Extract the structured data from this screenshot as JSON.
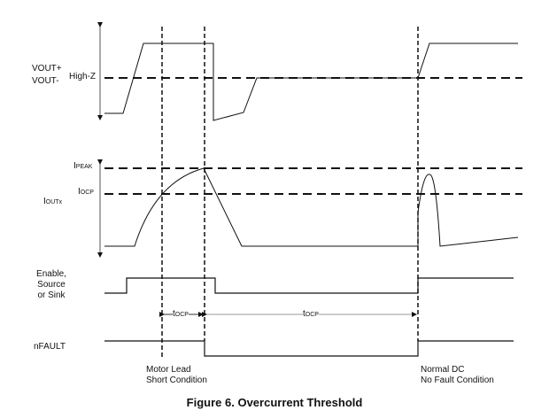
{
  "signals": {
    "vout_plus": "VOUT+",
    "vout_minus": "VOUT-",
    "high_z": "High-Z",
    "ipeak": {
      "main": "I",
      "sub": "PEAK"
    },
    "iocp": {
      "main": "I",
      "sub": "OCP"
    },
    "ioutx": {
      "main": "I",
      "sub": "OUTx"
    },
    "enable": [
      "Enable,",
      "Source",
      "or Sink"
    ],
    "nfault": "nFAULT"
  },
  "timing": {
    "t1": {
      "main": "t",
      "sub": "OCP"
    },
    "t2": {
      "main": "t",
      "sub": "OCP"
    }
  },
  "annotations": {
    "motor_lead": [
      "Motor Lead",
      "Short Condition"
    ],
    "normal": [
      "Normal DC",
      "No Fault Condition"
    ]
  },
  "caption": "Figure 6.  Overcurrent Threshold"
}
